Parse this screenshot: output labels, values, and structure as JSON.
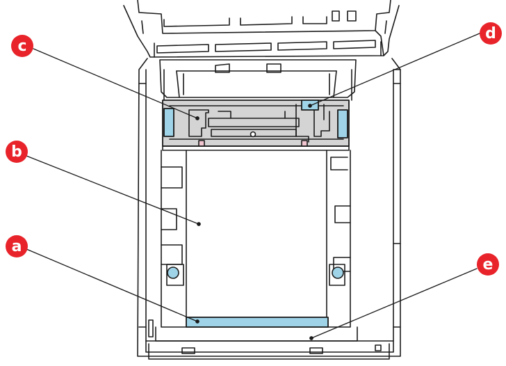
{
  "diagram": {
    "callouts": [
      {
        "id": "a",
        "label": "a"
      },
      {
        "id": "b",
        "label": "b"
      },
      {
        "id": "c",
        "label": "c"
      },
      {
        "id": "d",
        "label": "d"
      },
      {
        "id": "e",
        "label": "e"
      }
    ],
    "colors": {
      "line": "#1a1a1a",
      "callout_fill": "#e8232a",
      "callout_text": "#ffffff",
      "part_highlight": "#9fd4e8",
      "unit_shade": "#d4d4d4",
      "clip_pink": "#f2c6d0"
    }
  }
}
